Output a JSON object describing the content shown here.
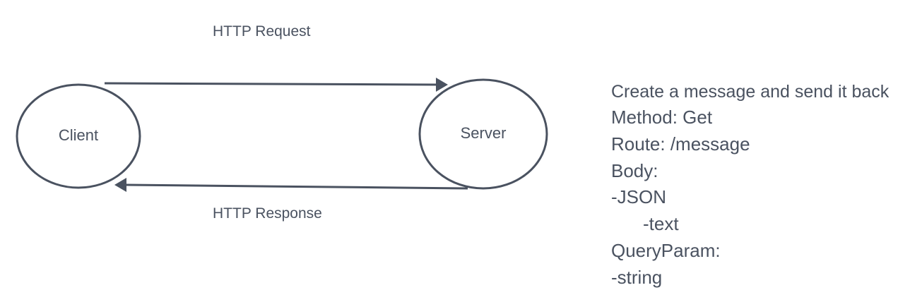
{
  "diagram": {
    "nodes": {
      "client": {
        "label": "Client"
      },
      "server": {
        "label": "Server"
      }
    },
    "edges": {
      "request": {
        "label": "HTTP Request"
      },
      "response": {
        "label": "HTTP Response"
      }
    }
  },
  "notes": {
    "title": "Create a message and send it back",
    "lines": {
      "method": "Method: Get",
      "route": "Route: /message",
      "body": "Body:",
      "json": "-JSON",
      "text": "-text",
      "query_param": "QueryParam:",
      "string": "-string"
    }
  },
  "colors": {
    "stroke": "#4a5260",
    "text": "#4a5260"
  }
}
